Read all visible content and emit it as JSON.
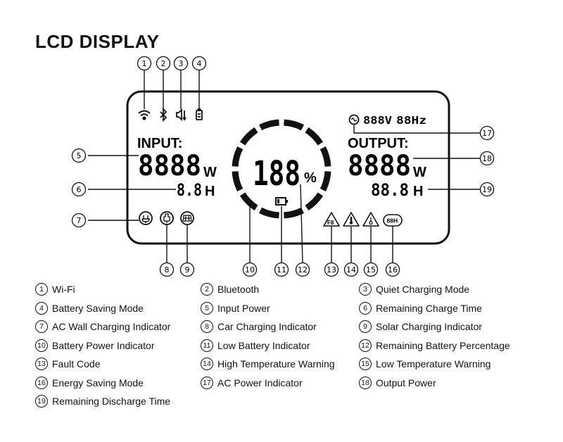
{
  "title": "LCD DISPLAY",
  "display": {
    "input_label": "INPUT:",
    "output_label": "OUTPUT:",
    "input_power": "8888",
    "input_unit": "W",
    "input_time": "8.8",
    "input_time_unit": "H",
    "output_power": "8888",
    "output_unit": "W",
    "output_time": "88.8",
    "output_time_unit": "H",
    "battery_percent": "188",
    "percent_sign": "%",
    "ac_voltage": "888V",
    "ac_freq": "88Hz",
    "fault_code": "F8",
    "energy_saving": "88H"
  },
  "callouts": [
    "1",
    "2",
    "3",
    "4",
    "5",
    "6",
    "7",
    "8",
    "9",
    "10",
    "11",
    "12",
    "13",
    "14",
    "15",
    "16",
    "17",
    "18",
    "19"
  ],
  "legend": [
    {
      "num": "1",
      "label": "Wi-Fi"
    },
    {
      "num": "2",
      "label": "Bluetooth"
    },
    {
      "num": "3",
      "label": "Quiet Charging Mode"
    },
    {
      "num": "4",
      "label": "Battery Saving Mode"
    },
    {
      "num": "5",
      "label": "Input Power"
    },
    {
      "num": "6",
      "label": "Remaining Charge Time"
    },
    {
      "num": "7",
      "label": "AC Wall Charging Indicator"
    },
    {
      "num": "8",
      "label": "Car Charging Indicator"
    },
    {
      "num": "9",
      "label": "Solar Charging Indicator"
    },
    {
      "num": "10",
      "label": "Battery Power Indicator"
    },
    {
      "num": "11",
      "label": "Low Battery Indicator"
    },
    {
      "num": "12",
      "label": "Remaining Battery Percentage"
    },
    {
      "num": "13",
      "label": "Fault Code"
    },
    {
      "num": "14",
      "label": "High Temperature Warning"
    },
    {
      "num": "15",
      "label": "Low Temperature Warning"
    },
    {
      "num": "16",
      "label": "Energy Saving Mode"
    },
    {
      "num": "17",
      "label": "AC Power Indicator"
    },
    {
      "num": "18",
      "label": "Output Power"
    },
    {
      "num": "19",
      "label": "Remaining Discharge Time"
    }
  ],
  "colors": {
    "ink": "#111111",
    "background": "#ffffff"
  }
}
